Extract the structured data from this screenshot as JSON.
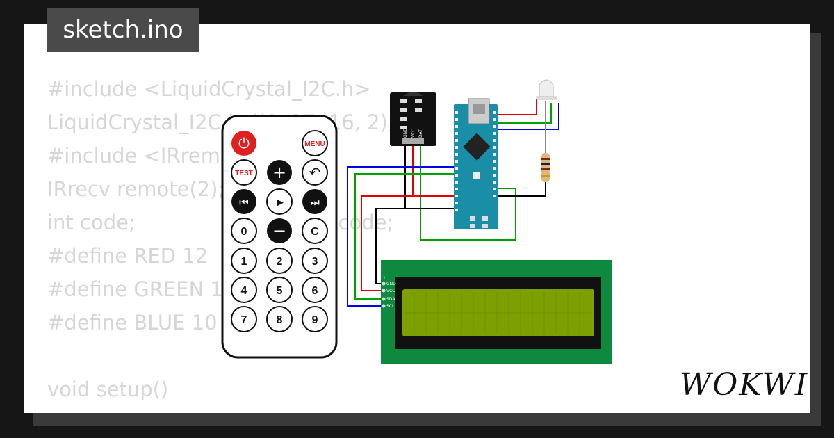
{
  "tab_title": "sketch.ino",
  "brand": "WOKWI",
  "code_lines": [
    "#include <LiquidCrystal_I2C.h>",
    "LiquidCrystal_I2C lcd(0x27, 16, 2);",
    "#include <IRremote.h>",
    "IRrecv remote(2);",
    "int code;                 // results code;",
    "#define RED 12",
    "#define GREEN 11",
    "#define BLUE 10",
    "",
    "void setup()",
    "{"
  ],
  "remote": {
    "buttons": {
      "power": "⏻",
      "menu": "MENU",
      "test": "TEST",
      "plus": "+",
      "back": "↶",
      "prev": "⏮",
      "play": "▶",
      "next": "⏭",
      "b0": "0",
      "minus": "−",
      "c": "C",
      "b1": "1",
      "b2": "2",
      "b3": "3",
      "b4": "4",
      "b5": "5",
      "b6": "6",
      "b7": "7",
      "b8": "8",
      "b9": "9"
    }
  },
  "ir_sensor": {
    "pins": [
      "GND",
      "VCC",
      "DAT"
    ]
  },
  "lcd": {
    "pins": [
      "GND",
      "VCC",
      "SDA",
      "SCL"
    ],
    "marker": "1"
  },
  "colors": {
    "wire_red": "#e00000",
    "wire_green": "#00a000",
    "wire_blue": "#0000e0",
    "wire_black": "#000000",
    "lcd_board": "#0d8a3e",
    "lcd_screen": "#7da000",
    "nano": "#1a8ea6"
  }
}
